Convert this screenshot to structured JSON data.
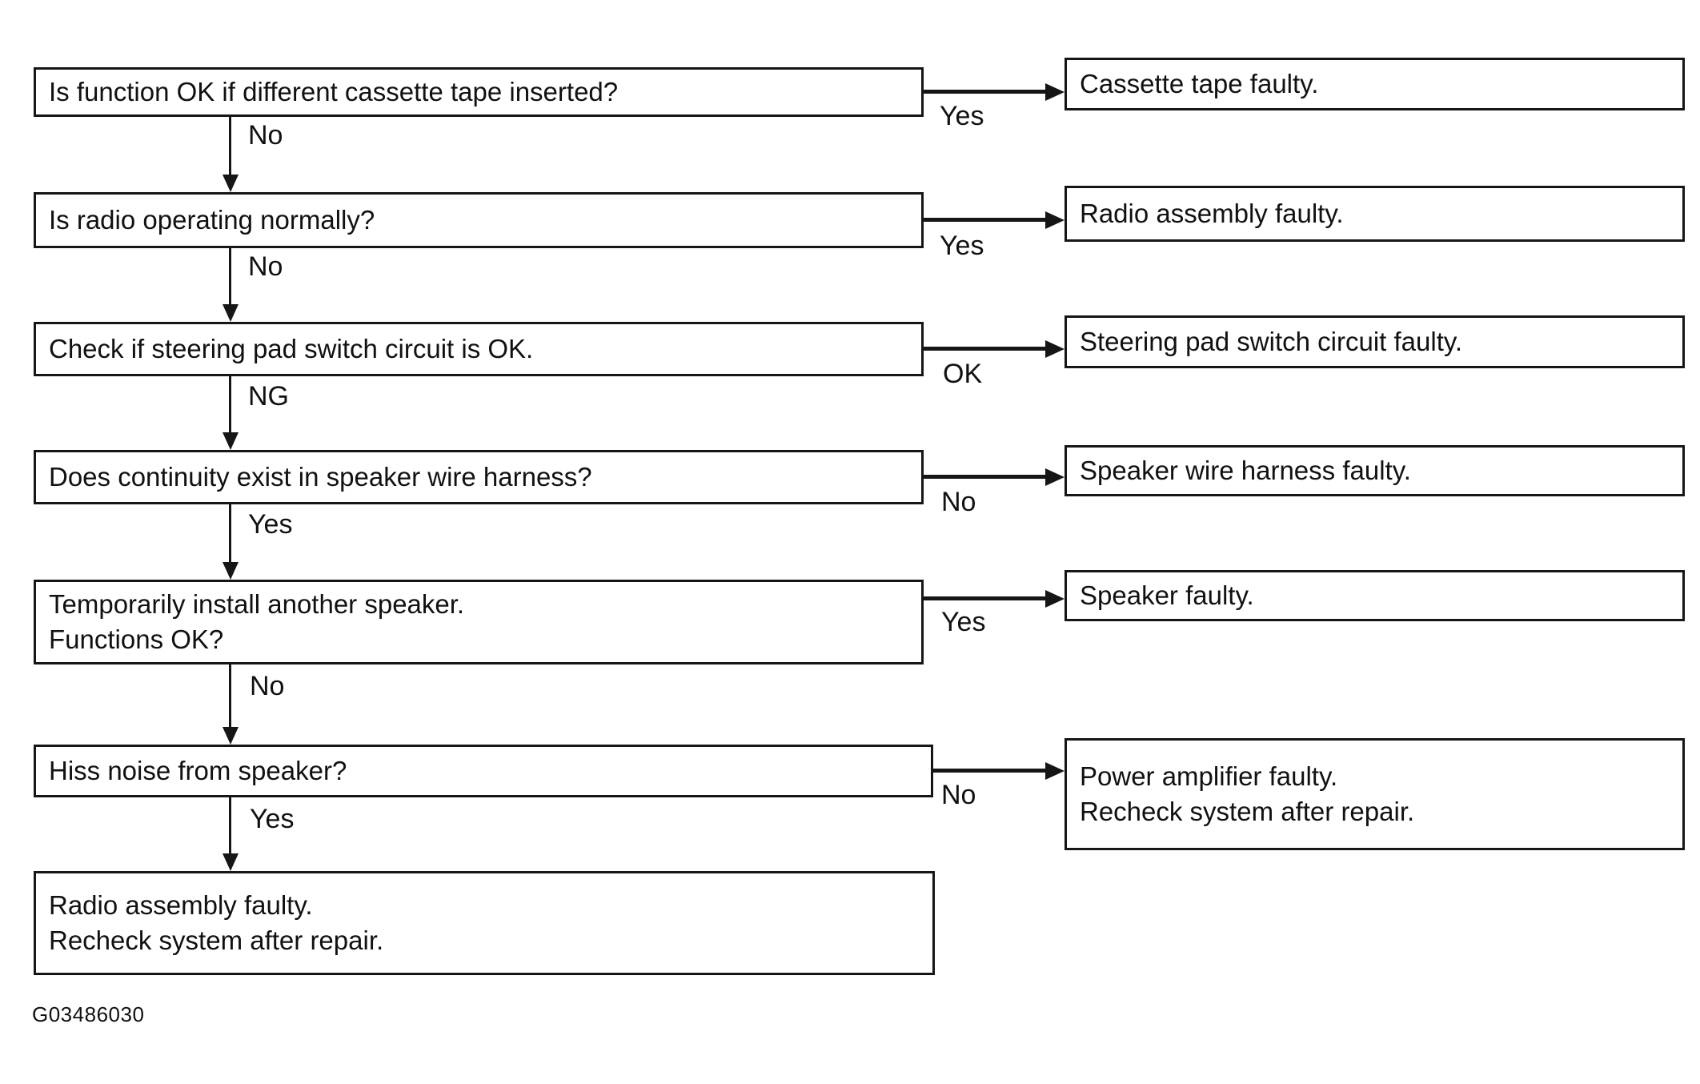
{
  "figure_id": "G03486030",
  "colors": {
    "line": "#161616",
    "background": "#ffffff",
    "text": "#111111"
  },
  "flowchart": {
    "steps": [
      {
        "question_lines": [
          "Is function OK if different cassette tape inserted?"
        ],
        "down_label": "No",
        "side_label": "Yes",
        "result_lines": [
          "Cassette tape faulty."
        ]
      },
      {
        "question_lines": [
          "Is radio operating normally?"
        ],
        "down_label": "No",
        "side_label": "Yes",
        "result_lines": [
          "Radio assembly faulty."
        ]
      },
      {
        "question_lines": [
          "Check if steering pad switch circuit is OK."
        ],
        "down_label": "NG",
        "side_label": "OK",
        "result_lines": [
          "Steering pad switch circuit faulty."
        ]
      },
      {
        "question_lines": [
          "Does continuity exist in speaker wire harness?"
        ],
        "down_label": "Yes",
        "side_label": "No",
        "result_lines": [
          "Speaker wire harness faulty."
        ]
      },
      {
        "question_lines": [
          "Temporarily install another speaker.",
          "Functions OK?"
        ],
        "down_label": "No",
        "side_label": "Yes",
        "result_lines": [
          "Speaker faulty."
        ]
      },
      {
        "question_lines": [
          "Hiss noise from speaker?"
        ],
        "down_label": "Yes",
        "side_label": "No",
        "result_lines": [
          "Power amplifier faulty.",
          "Recheck system after repair."
        ]
      }
    ],
    "final_lines": [
      "Radio assembly faulty.",
      "Recheck system after repair."
    ]
  }
}
